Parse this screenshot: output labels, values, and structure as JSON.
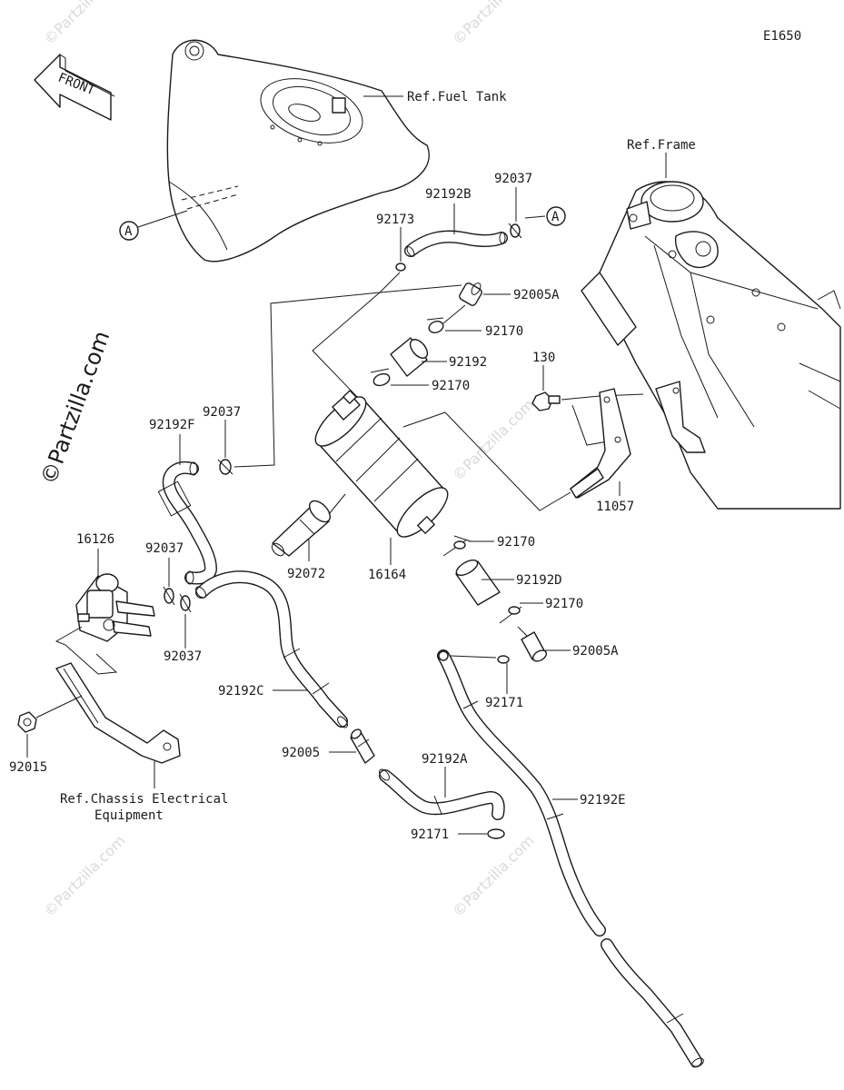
{
  "diagram_code": "E1650",
  "front_label": "FRONT",
  "watermark": "©Partzilla.com",
  "refs": {
    "fuel_tank": "Ref.Fuel Tank",
    "frame": "Ref.Frame",
    "chassis_line1": "Ref.Chassis Electrical",
    "chassis_line2": "Equipment"
  },
  "callout_a": "A",
  "parts": {
    "p92192B": "92192B",
    "p92037_top": "92037",
    "p92173": "92173",
    "p92005A_top": "92005A",
    "p92170_a": "92170",
    "p92192": "92192",
    "p92170_b": "92170",
    "p130": "130",
    "p92192F": "92192F",
    "p92037_left": "92037",
    "p16126": "16126",
    "p92037_mid": "92037",
    "p92037_low": "92037",
    "p92072": "92072",
    "p16164": "16164",
    "p11057": "11057",
    "p92170_c": "92170",
    "p92192D": "92192D",
    "p92170_d": "92170",
    "p92005A_low": "92005A",
    "p92171_a": "92171",
    "p92192C": "92192C",
    "p92005": "92005",
    "p92192A": "92192A",
    "p92192E": "92192E",
    "p92171_b": "92171",
    "p92015": "92015"
  }
}
